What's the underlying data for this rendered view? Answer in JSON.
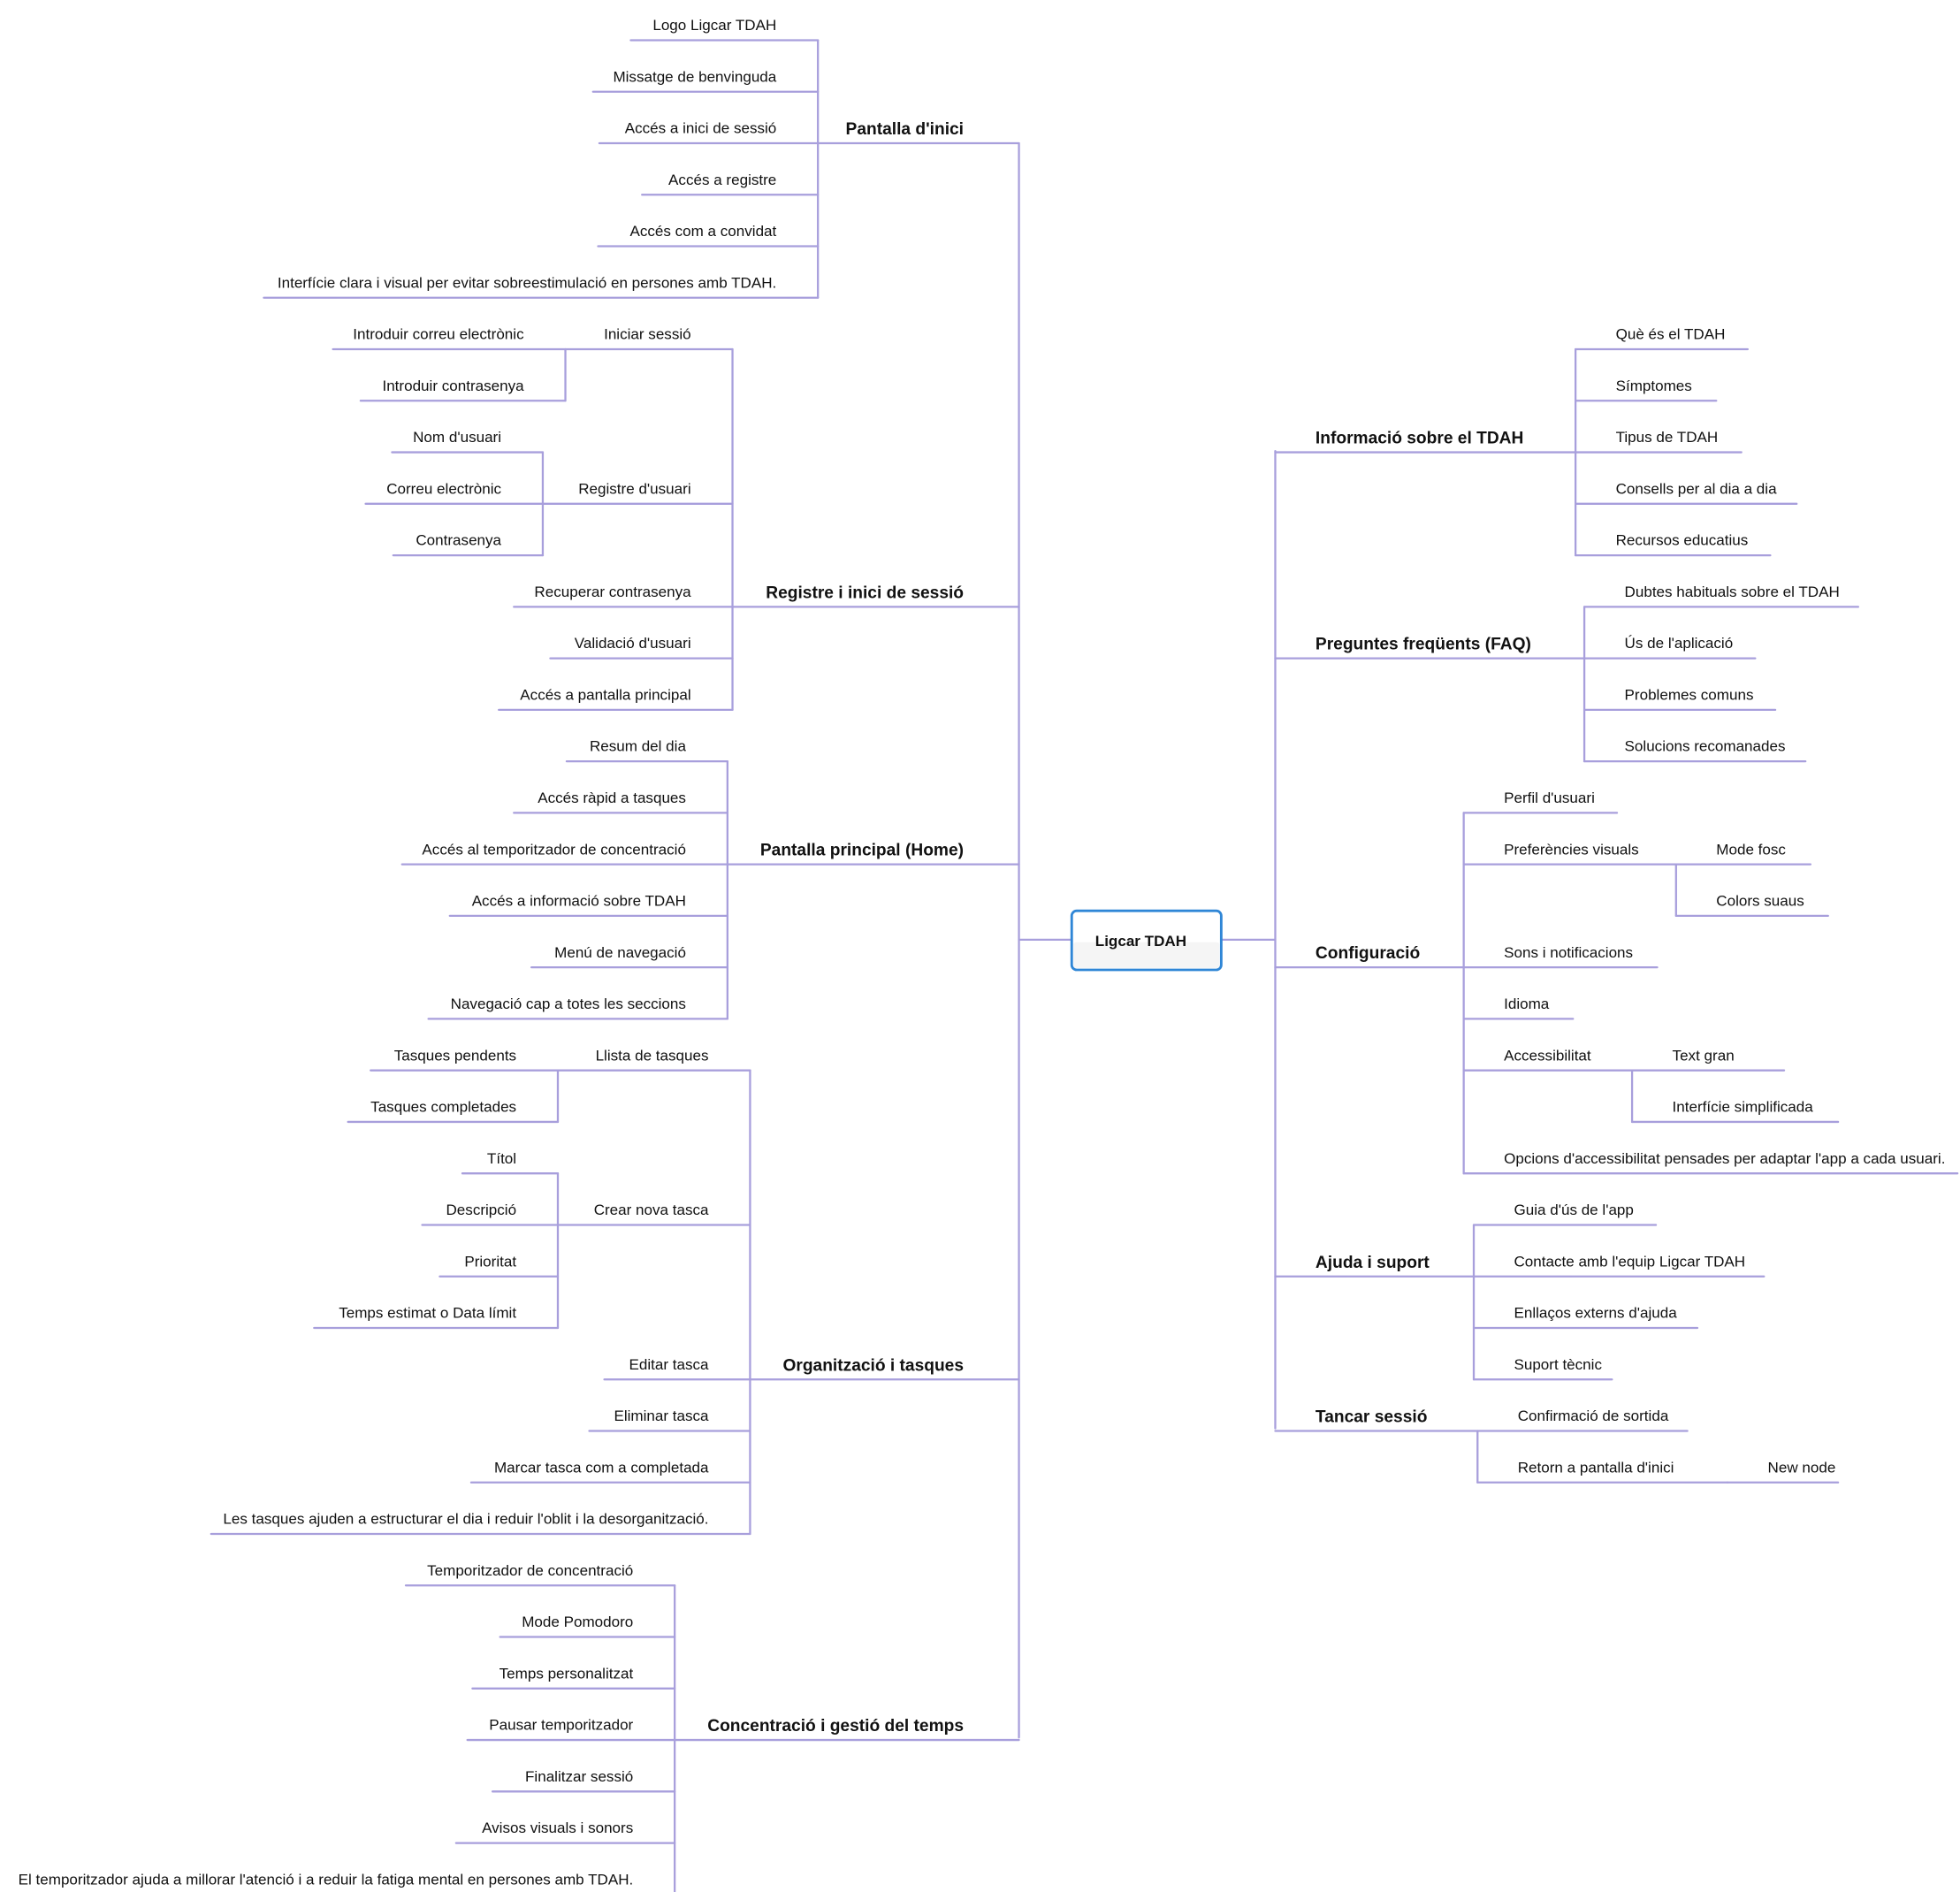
{
  "center": "Ligcar TDAH",
  "colors": {
    "line": "#a89fdc",
    "center_border": "#2f86d6"
  },
  "branches": [
    {
      "label": "Pantalla d'inici",
      "children": [
        {
          "label": "Logo Ligcar TDAH"
        },
        {
          "label": "Missatge de benvinguda"
        },
        {
          "label": "Accés a inici de sessió"
        },
        {
          "label": "Accés a registre"
        },
        {
          "label": "Accés com a convidat"
        },
        {
          "label": "Interfície clara i visual per evitar sobreestimulació en persones amb TDAH."
        }
      ]
    },
    {
      "label": "Registre i inici de sessió",
      "children": [
        {
          "label": "Iniciar sessió",
          "children": [
            {
              "label": "Introduir correu electrònic"
            },
            {
              "label": "Introduir contrasenya"
            }
          ]
        },
        {
          "label": "Registre d'usuari",
          "children": [
            {
              "label": "Nom d'usuari"
            },
            {
              "label": "Correu electrònic"
            },
            {
              "label": "Contrasenya"
            }
          ]
        },
        {
          "label": "Recuperar contrasenya"
        },
        {
          "label": "Validació d'usuari"
        },
        {
          "label": "Accés a pantalla principal"
        }
      ]
    },
    {
      "label": "Pantalla principal (Home)",
      "children": [
        {
          "label": "Resum del dia"
        },
        {
          "label": "Accés ràpid a tasques"
        },
        {
          "label": "Accés al temporitzador de concentració"
        },
        {
          "label": "Accés a informació sobre TDAH"
        },
        {
          "label": "Menú de navegació"
        },
        {
          "label": "Navegació cap a totes les seccions"
        }
      ]
    },
    {
      "label": "Organització i tasques",
      "children": [
        {
          "label": "Llista de tasques",
          "children": [
            {
              "label": "Tasques pendents"
            },
            {
              "label": "Tasques completades"
            }
          ]
        },
        {
          "label": "Crear nova tasca",
          "children": [
            {
              "label": "Títol"
            },
            {
              "label": "Descripció"
            },
            {
              "label": "Prioritat"
            },
            {
              "label": "Temps estimat o Data límit"
            }
          ]
        },
        {
          "label": "Editar tasca"
        },
        {
          "label": "Eliminar tasca"
        },
        {
          "label": "Marcar tasca com a completada"
        },
        {
          "label": "Les tasques ajuden a estructurar el dia i reduir l'oblit i la desorganització."
        }
      ]
    },
    {
      "label": "Concentració i gestió del temps",
      "children": [
        {
          "label": "Temporitzador de concentració"
        },
        {
          "label": "Mode Pomodoro"
        },
        {
          "label": "Temps personalitzat"
        },
        {
          "label": "Pausar temporitzador"
        },
        {
          "label": "Finalitzar sessió"
        },
        {
          "label": "Avisos visuals i sonors"
        },
        {
          "label": "El temporitzador ajuda a millorar l'atenció i a reduir la fatiga mental en persones amb TDAH."
        }
      ]
    },
    {
      "label": "Informació sobre el TDAH",
      "children": [
        {
          "label": "Què és el TDAH"
        },
        {
          "label": "Símptomes"
        },
        {
          "label": "Tipus de TDAH"
        },
        {
          "label": "Consells per al dia a dia"
        },
        {
          "label": "Recursos educatius"
        }
      ]
    },
    {
      "label": "Preguntes freqüents (FAQ)",
      "children": [
        {
          "label": "Dubtes habituals sobre el TDAH"
        },
        {
          "label": "Ús de l'aplicació"
        },
        {
          "label": "Problemes comuns"
        },
        {
          "label": "Solucions recomanades"
        }
      ]
    },
    {
      "label": "Configuració",
      "children": [
        {
          "label": "Perfil d'usuari"
        },
        {
          "label": "Preferències visuals",
          "children": [
            {
              "label": "Mode fosc"
            },
            {
              "label": "Colors suaus"
            }
          ]
        },
        {
          "label": "Sons i notificacions"
        },
        {
          "label": "Idioma"
        },
        {
          "label": "Accessibilitat",
          "children": [
            {
              "label": "Text gran"
            },
            {
              "label": "Interfície simplificada"
            }
          ]
        },
        {
          "label": "Opcions d'accessibilitat pensades per adaptar l'app a cada usuari."
        }
      ]
    },
    {
      "label": "Ajuda i suport",
      "children": [
        {
          "label": "Guia d'ús de l'app"
        },
        {
          "label": "Contacte amb l'equip Ligcar TDAH"
        },
        {
          "label": "Enllaços externs d'ajuda"
        },
        {
          "label": "Suport tècnic"
        }
      ]
    },
    {
      "label": "Tancar sessió",
      "children": [
        {
          "label": "Confirmació de sortida"
        },
        {
          "label": "Retorn a pantalla d'inici",
          "children": [
            {
              "label": "New node"
            }
          ]
        }
      ]
    }
  ]
}
